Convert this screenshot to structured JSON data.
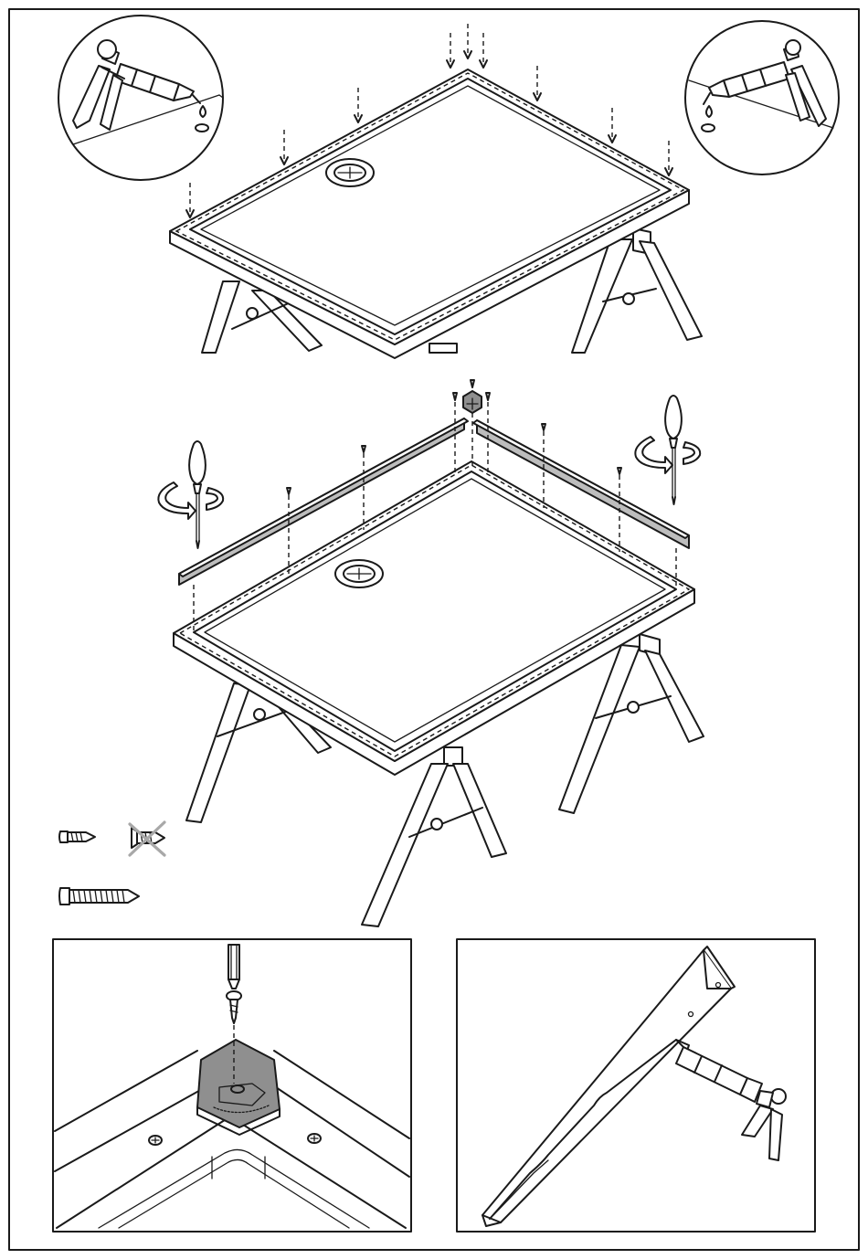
{
  "page": {
    "description_lang": "none",
    "colors": {
      "line": "#1a1a1a",
      "background": "#ffffff",
      "rail_fill": "#bdbdbd",
      "bracket_fill": "#8f8f8f",
      "forbidden_cross": "#a8a8a8"
    }
  },
  "steps": [
    {
      "id": "apply-sealant",
      "icons": [
        "caulking-gun-icon",
        "sealant-drop-icon",
        "sawhorse-icon",
        "drain-icon"
      ]
    },
    {
      "id": "fix-rails",
      "icons": [
        "screwdriver-icon",
        "rotate-arrow-icon",
        "corner-bracket-icon",
        "screw-icon"
      ]
    },
    {
      "id": "detail-corner",
      "icons": [
        "screwdriver-icon",
        "corner-bracket-icon",
        "screw-icon"
      ]
    },
    {
      "id": "detail-seal",
      "icons": [
        "caulking-gun-icon",
        "rail-icon"
      ]
    }
  ],
  "legend": {
    "allowed": "pan-head-screw-icon",
    "forbidden": "countersunk-screw-icon",
    "long": "long-screw-icon"
  }
}
